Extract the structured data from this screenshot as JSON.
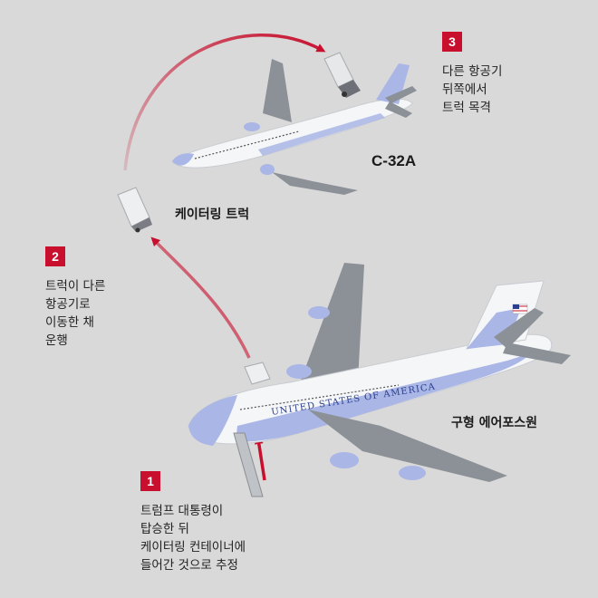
{
  "steps": [
    {
      "number": "1",
      "lines": [
        "트럼프 대통령이",
        "탑승한 뒤",
        "케이터링 컨테이너에",
        "들어간 것으로 추정"
      ]
    },
    {
      "number": "2",
      "lines": [
        "트럭이 다른",
        "항공기로",
        "이동한 채",
        "운행"
      ]
    },
    {
      "number": "3",
      "lines": [
        "다른 항공기",
        "뒤쪽에서",
        "트럭 목격"
      ]
    }
  ],
  "labels": {
    "c32a": "C-32A",
    "catering_truck": "케이터링 트럭",
    "old_af1": "구형 에어포스원",
    "fuselage_text": "UNITED STATES OF AMERICA"
  },
  "colors": {
    "background": "#d9d9d9",
    "accent_red": "#c8102e",
    "livery_blue": "#a9b6e6",
    "wing_gray": "#8c9097"
  }
}
